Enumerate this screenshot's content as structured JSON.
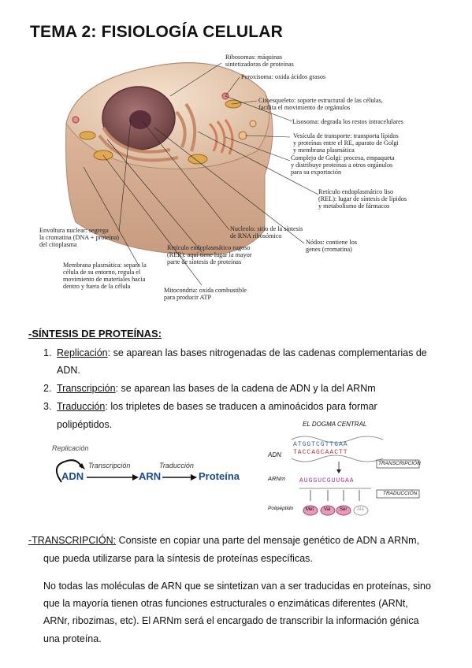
{
  "title": "TEMA 2: FISIOLOGÍA CELULAR",
  "cell_labels": {
    "ribosomas": "Ribosomas: máquinas\nsintetizadoras de proteínas",
    "peroxisoma": "Peroxisoma: oxida ácidos grasos",
    "citoesqueleto": "Citoesqueleto: soporte estructural de las células,\nfacilita el movimiento de orgánulos",
    "lisosoma_name": "Lisosoma:",
    "lisosoma_desc": " degrada los restos intracelulares",
    "vesicula": "Vesícula de transporte: transporta lípidos\ny proteínas entre el RE, aparato de Golgi\ny membrana plasmática",
    "golgi": "Complejo de Golgi: procesa, empaqueta\ny distribuye proteínas a otros orgánulos\npara su exportación",
    "rel": "Retículo endoplasmático liso\n(REL): lugar de síntesis de lípidos\ny metabolismo de fármacos",
    "envoltura": "Envoltura nuclear: segrega\nla cromatina (DNA + proteína)\ndel citoplasma",
    "nucleolo": "Nucleolo: sitio de la síntesis\nde RNA ribosómico",
    "nodos": "Nódos: contiene los\ngenes (cromatina)",
    "rer": "Retículo endoplasmático rugoso\n(RER): aquí tiene lugar la mayor\nparte de síntesis de proteínas",
    "membrana": "Membrana plasmática: separa la\ncélula de su entorno, regula el\nmovimiento de materiales hacia\ndentro y fuera de la célula",
    "mitocondria": "Mitocondria: oxida combustible\npara producir ATP"
  },
  "section1": {
    "heading": "-SÍNTESIS DE PROTEÍNAS:",
    "items": [
      {
        "num": "1.",
        "term": "Replicación",
        "sep": ":",
        "text": " se aparean las bases nitrogenadas de las cadenas complementarias de",
        "cont": "ADN."
      },
      {
        "num": "2.",
        "term": "Transcripción",
        "sep": ":",
        "text": " se aparean las bases de la cadena de ADN y la del ARNm",
        "cont": ""
      },
      {
        "num": "3.",
        "term": "Traducción",
        "sep": ":",
        "text": " los tripletes de bases se traducen a aminoácidos para formar",
        "cont": "polipéptidos."
      }
    ]
  },
  "dogma_left": {
    "replicacion": "Replicación",
    "adn": "ADN",
    "transcripcion": "Transcripción",
    "arn": "ARN",
    "traduccion": "Traducción",
    "proteina": "Proteína"
  },
  "dogma_right": {
    "title": "EL DOGMA CENTRAL",
    "adn_label": "ADN",
    "arnm_label": "ARNm",
    "poli_label": "Polipéptido",
    "adn_top": "ATGGTCGTTGAA",
    "adn_bottom": "TACCAGCAACTT",
    "arnm": "AUGGUCGUUGAA",
    "transcripcion": "TRANSCRIPCIÓN",
    "traduccion": "TRADUCCIÓN",
    "aa": [
      "Met",
      "Val",
      "Ser",
      "Ala"
    ]
  },
  "section2": {
    "heading": "-TRANSCRIPCIÓN:",
    "line1": " Consiste en copiar una parte del mensaje genético de ADN a ARNm,",
    "line2": "que pueda utilizarse para la síntesis de proteínas específicas.",
    "p2_l1": "No todas las moléculas de ARN que se sintetizan van a ser traducidas en proteínas, sino",
    "p2_l2": "que la mayoría tienen otras funciones estructurales o enzimáticas diferentes (ARNt,",
    "p2_l3": "ARNr, ribozimas, etc). El ARNm será el encargado de transcribir la información génica",
    "p2_l4": "una proteína."
  },
  "colors": {
    "accent": "#d0308a",
    "cell_fill": "#e7c9b0",
    "nucleus": "#8a5a5a",
    "dna_blue": "#3a5fb0",
    "pink_aa": "#e79bb8"
  }
}
